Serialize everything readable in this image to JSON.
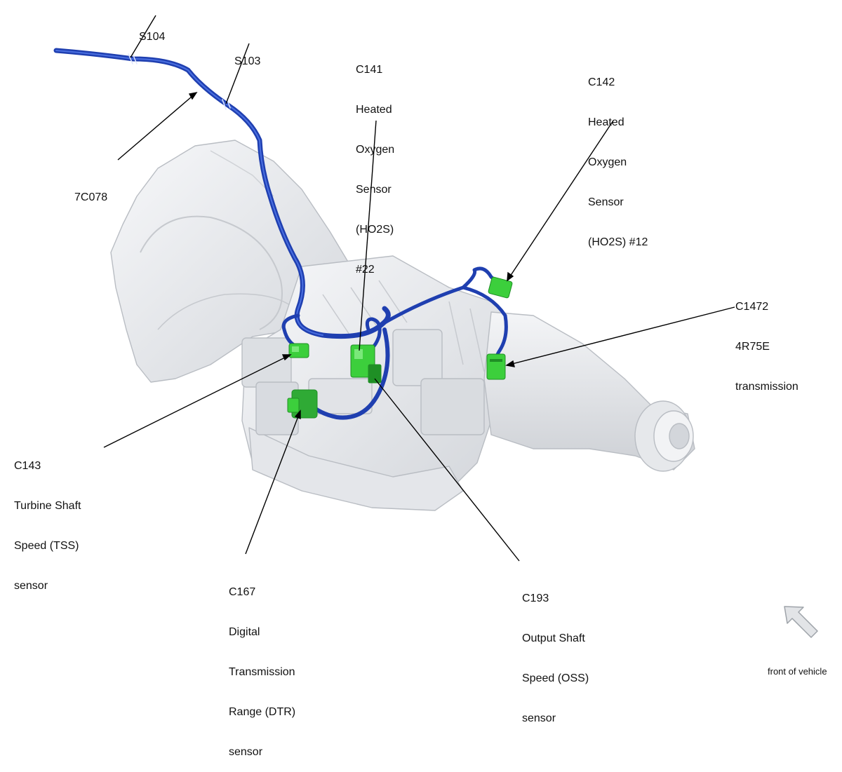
{
  "diagram": {
    "colors": {
      "harness": "#1f3fb0",
      "harness_highlight": "#4a6fe0",
      "connector": "#3ccf3c",
      "connector_dark": "#1f8f25",
      "housing": "#e9ebee",
      "housing_shade": "#c9ccd1",
      "leader": "#000000"
    },
    "labels": {
      "s104": [
        "S104"
      ],
      "s103": [
        "S103"
      ],
      "c7078": [
        "7C078"
      ],
      "c141": [
        "C141",
        "Heated",
        "Oxygen",
        "Sensor",
        "(HO2S)",
        "#22"
      ],
      "c142": [
        "C142",
        "Heated",
        "Oxygen",
        "Sensor",
        "(HO2S) #12"
      ],
      "c1472": [
        "C1472",
        "4R75E",
        "transmission"
      ],
      "c143": [
        "C143",
        "Turbine Shaft",
        "Speed (TSS)",
        "sensor"
      ],
      "c167": [
        "C167",
        "Digital",
        "Transmission",
        "Range (DTR)",
        "sensor"
      ],
      "c193": [
        "C193",
        "Output Shaft",
        "Speed (OSS)",
        "sensor"
      ]
    },
    "front_arrow_label": "front of vehicle",
    "front_arrow_icon": "arrow-up-left-icon"
  }
}
